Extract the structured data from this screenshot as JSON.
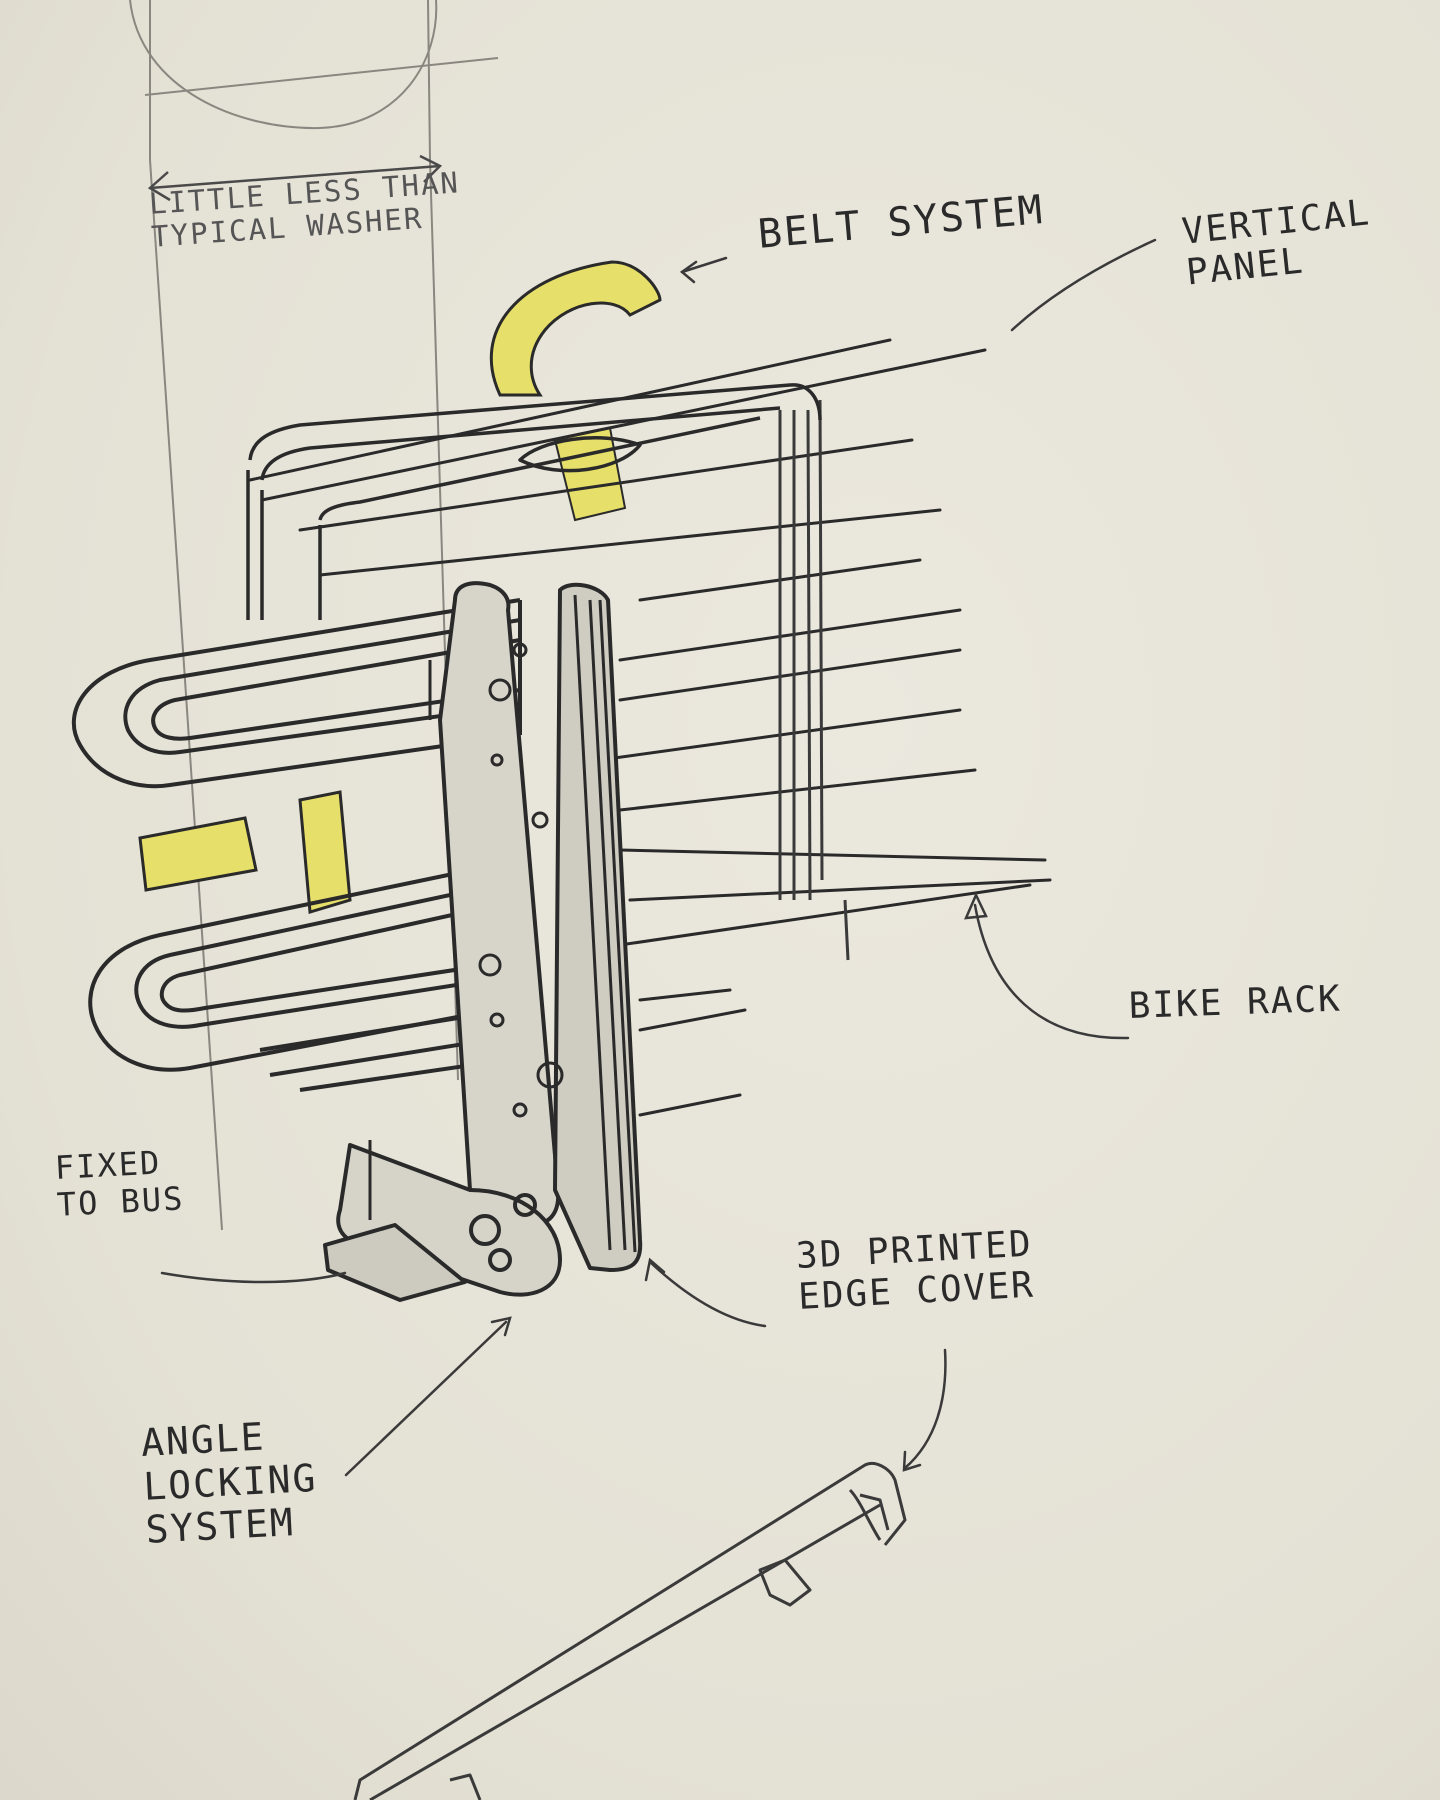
{
  "labels": {
    "little_less": "LITTLE LESS THAN\nTYPICAL WASHER",
    "belt_system": "BELT SYSTEM",
    "vertical_panel": "VERTICAL\nPANEL",
    "bike_rack": "BIKE RACK",
    "fixed_to_bus": "FIXED\nTO BUS",
    "edge_cover": "3D PRINTED\nEDGE COVER",
    "angle_locking": "ANGLE\nLOCKING\nSYSTEM"
  },
  "colors": {
    "paper": "#e8e5da",
    "graphite": "#2a2a2a",
    "light_pencil": "#8a8780",
    "highlighter": "#e6df6a"
  }
}
